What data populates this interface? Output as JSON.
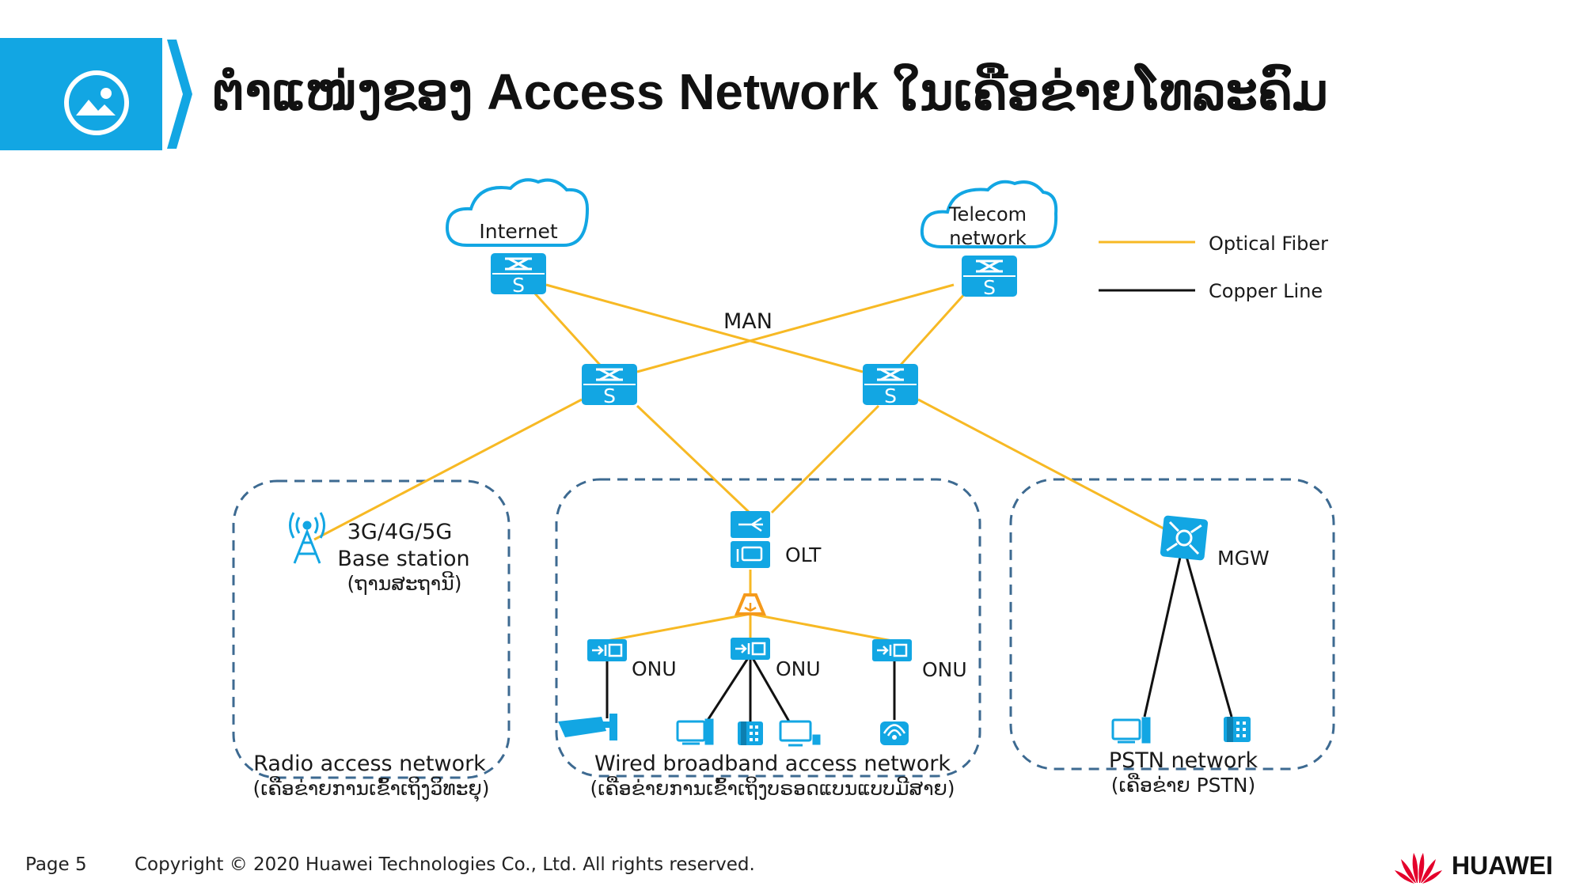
{
  "title": "ຕຳແໜ່ງຂອງ Access Network ໃນເຄືອຂ່າຍໂທລະຄົມ",
  "colors": {
    "accent": "#12a6e3",
    "fiber": "#f7b924",
    "copper": "#111111",
    "dash": "#3d6a91",
    "icon": "#12a6e3",
    "splitter": "#f59a1b"
  },
  "clouds": {
    "internet": "Internet",
    "telecom_line1": "Telecom",
    "telecom_line2": "network"
  },
  "legend": {
    "fiber": "Optical Fiber",
    "copper": "Copper Line"
  },
  "man_label": "MAN",
  "switch_letter": "S",
  "radio": {
    "bs_line1": "3G/4G/5G",
    "bs_line2": "Base station",
    "bs_line3": "(ຖານສະຖານີ)",
    "name": "Radio access network",
    "name_lao": "(ເຄືອຂ່າຍການເຂົ້າເຖິງວິທະຍຸ)"
  },
  "wired": {
    "olt": "OLT",
    "onu": "ONU",
    "name": "Wired broadband access network",
    "name_lao": "(ເຄືອຂ່າຍການເຂົ້າເຖິງບຣອດແບນແບບມີສາຍ)"
  },
  "pstn": {
    "mgw": "MGW",
    "name": "PSTN network",
    "name_lao": "(ເຄືອຂ່າຍ PSTN)"
  },
  "footer": {
    "page": "Page 5",
    "copyright": "Copyright © 2020 Huawei Technologies Co., Ltd. All rights reserved."
  },
  "brand": "HUAWEI"
}
